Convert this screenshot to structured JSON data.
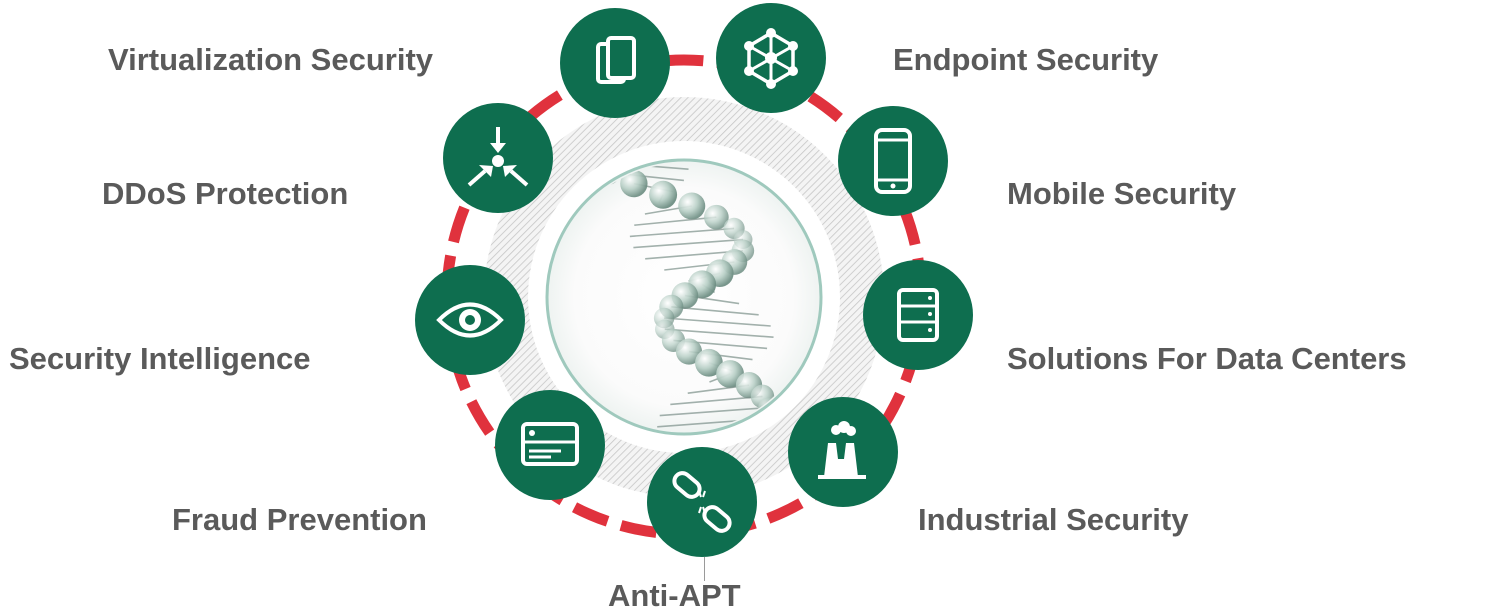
{
  "colors": {
    "node_fill": "#0e6e4f",
    "ring": "#e0323d",
    "label_text": "#5a5a5a",
    "center_border": "#9fc9bd"
  },
  "segments": [
    {
      "id": "virtualization",
      "label": "Virtualization Security",
      "icon": "tablets-icon"
    },
    {
      "id": "endpoint",
      "label": "Endpoint Security",
      "icon": "network-nodes-icon"
    },
    {
      "id": "mobile",
      "label": "Mobile Security",
      "icon": "smartphone-icon"
    },
    {
      "id": "datacenters",
      "label": "Solutions For Data Centers",
      "icon": "server-rack-icon"
    },
    {
      "id": "industrial",
      "label": "Industrial Security",
      "icon": "factory-icon"
    },
    {
      "id": "antiapt",
      "label": "Anti-APT",
      "icon": "broken-link-icon"
    },
    {
      "id": "fraud",
      "label": "Fraud Prevention",
      "icon": "bank-card-icon"
    },
    {
      "id": "intelligence",
      "label": "Security Intelligence",
      "icon": "eye-icon"
    },
    {
      "id": "ddos",
      "label": "DDoS Protection",
      "icon": "converging-arrows-icon"
    }
  ],
  "center_image": "dna-helix-image"
}
